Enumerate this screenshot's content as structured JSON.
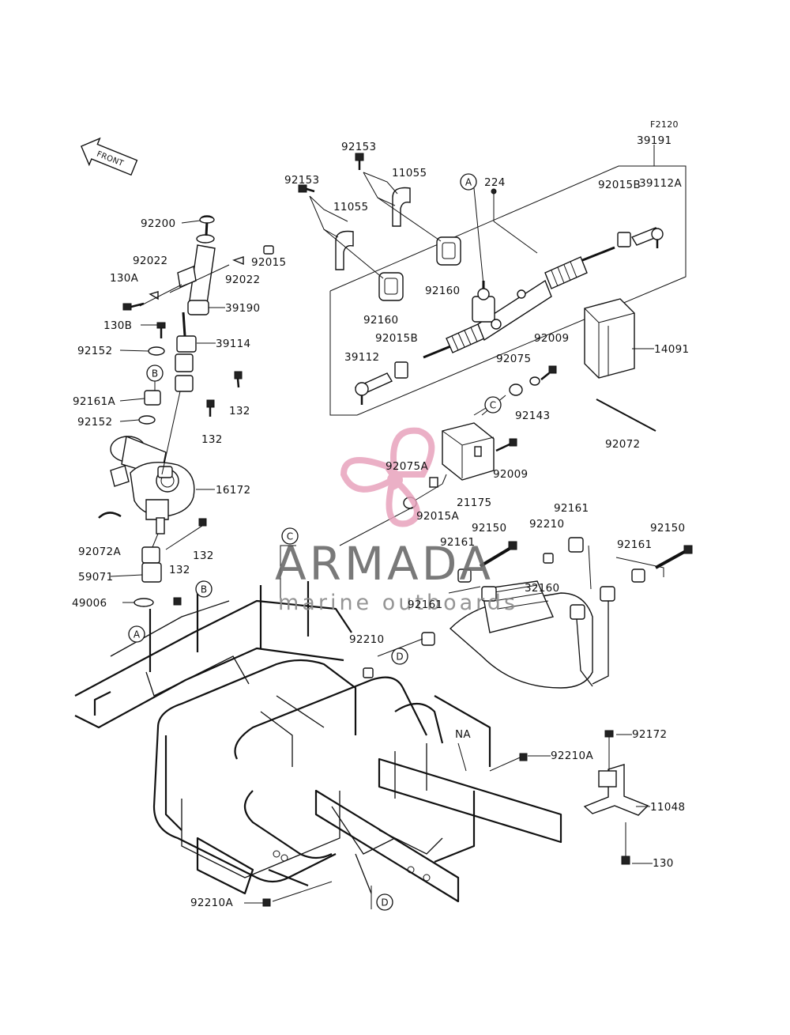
{
  "figure_code": "F2120",
  "front_arrow": "FRONT",
  "watermark": {
    "brand": "ARMADA",
    "tagline": "marine outboards",
    "color": "#e8a3bd"
  },
  "part_labels": [
    {
      "id": "p92153a",
      "text": "92153"
    },
    {
      "id": "p39191",
      "text": "39191"
    },
    {
      "id": "p11055a",
      "text": "11055"
    },
    {
      "id": "p92153b",
      "text": "92153"
    },
    {
      "id": "p11055b",
      "text": "11055"
    },
    {
      "id": "p224",
      "text": "224"
    },
    {
      "id": "p39112A",
      "text": "39112A"
    },
    {
      "id": "p92015B_r",
      "text": "92015B"
    },
    {
      "id": "p92200",
      "text": "92200"
    },
    {
      "id": "p92022a",
      "text": "92022"
    },
    {
      "id": "p92015",
      "text": "92015"
    },
    {
      "id": "p130A",
      "text": "130A"
    },
    {
      "id": "p92022b",
      "text": "92022"
    },
    {
      "id": "p92160r",
      "text": "92160"
    },
    {
      "id": "p39190",
      "text": "39190"
    },
    {
      "id": "p92160l",
      "text": "92160"
    },
    {
      "id": "p130B",
      "text": "130B"
    },
    {
      "id": "p92015B_l",
      "text": "92015B"
    },
    {
      "id": "p92009a",
      "text": "92009"
    },
    {
      "id": "p39114",
      "text": "39114"
    },
    {
      "id": "p14091",
      "text": "14091"
    },
    {
      "id": "p92152a",
      "text": "92152"
    },
    {
      "id": "p39112",
      "text": "39112"
    },
    {
      "id": "p92075",
      "text": "92075"
    },
    {
      "id": "p92161A",
      "text": "92161A"
    },
    {
      "id": "p132a",
      "text": "132"
    },
    {
      "id": "p92143",
      "text": "92143"
    },
    {
      "id": "p92152b",
      "text": "92152"
    },
    {
      "id": "p132b",
      "text": "132"
    },
    {
      "id": "p92072",
      "text": "92072"
    },
    {
      "id": "p92075A",
      "text": "92075A"
    },
    {
      "id": "p92009b",
      "text": "92009"
    },
    {
      "id": "p16172",
      "text": "16172"
    },
    {
      "id": "p21175",
      "text": "21175"
    },
    {
      "id": "p92015A",
      "text": "92015A"
    },
    {
      "id": "p92161a",
      "text": "92161"
    },
    {
      "id": "p92150a",
      "text": "92150"
    },
    {
      "id": "p92210a",
      "text": "92210"
    },
    {
      "id": "p92150b",
      "text": "92150"
    },
    {
      "id": "p92072A",
      "text": "92072A"
    },
    {
      "id": "p132c",
      "text": "132"
    },
    {
      "id": "p92161b",
      "text": "92161"
    },
    {
      "id": "p92161c",
      "text": "92161"
    },
    {
      "id": "p59071",
      "text": "59071"
    },
    {
      "id": "p132d",
      "text": "132"
    },
    {
      "id": "p32160",
      "text": "32160"
    },
    {
      "id": "p49006",
      "text": "49006"
    },
    {
      "id": "p92161d",
      "text": "92161"
    },
    {
      "id": "p92210b",
      "text": "92210"
    },
    {
      "id": "p92172",
      "text": "92172"
    },
    {
      "id": "pNA",
      "text": "NA"
    },
    {
      "id": "p92210A_r",
      "text": "92210A"
    },
    {
      "id": "p11048",
      "text": "11048"
    },
    {
      "id": "p130",
      "text": "130"
    },
    {
      "id": "p92210A_b",
      "text": "92210A"
    }
  ],
  "callouts": [
    {
      "id": "cA1",
      "text": "A"
    },
    {
      "id": "cB1",
      "text": "B"
    },
    {
      "id": "cC1",
      "text": "C"
    },
    {
      "id": "cC2",
      "text": "C"
    },
    {
      "id": "cB2",
      "text": "B"
    },
    {
      "id": "cA2",
      "text": "A"
    },
    {
      "id": "cD1",
      "text": "D"
    },
    {
      "id": "cD2",
      "text": "D"
    }
  ]
}
